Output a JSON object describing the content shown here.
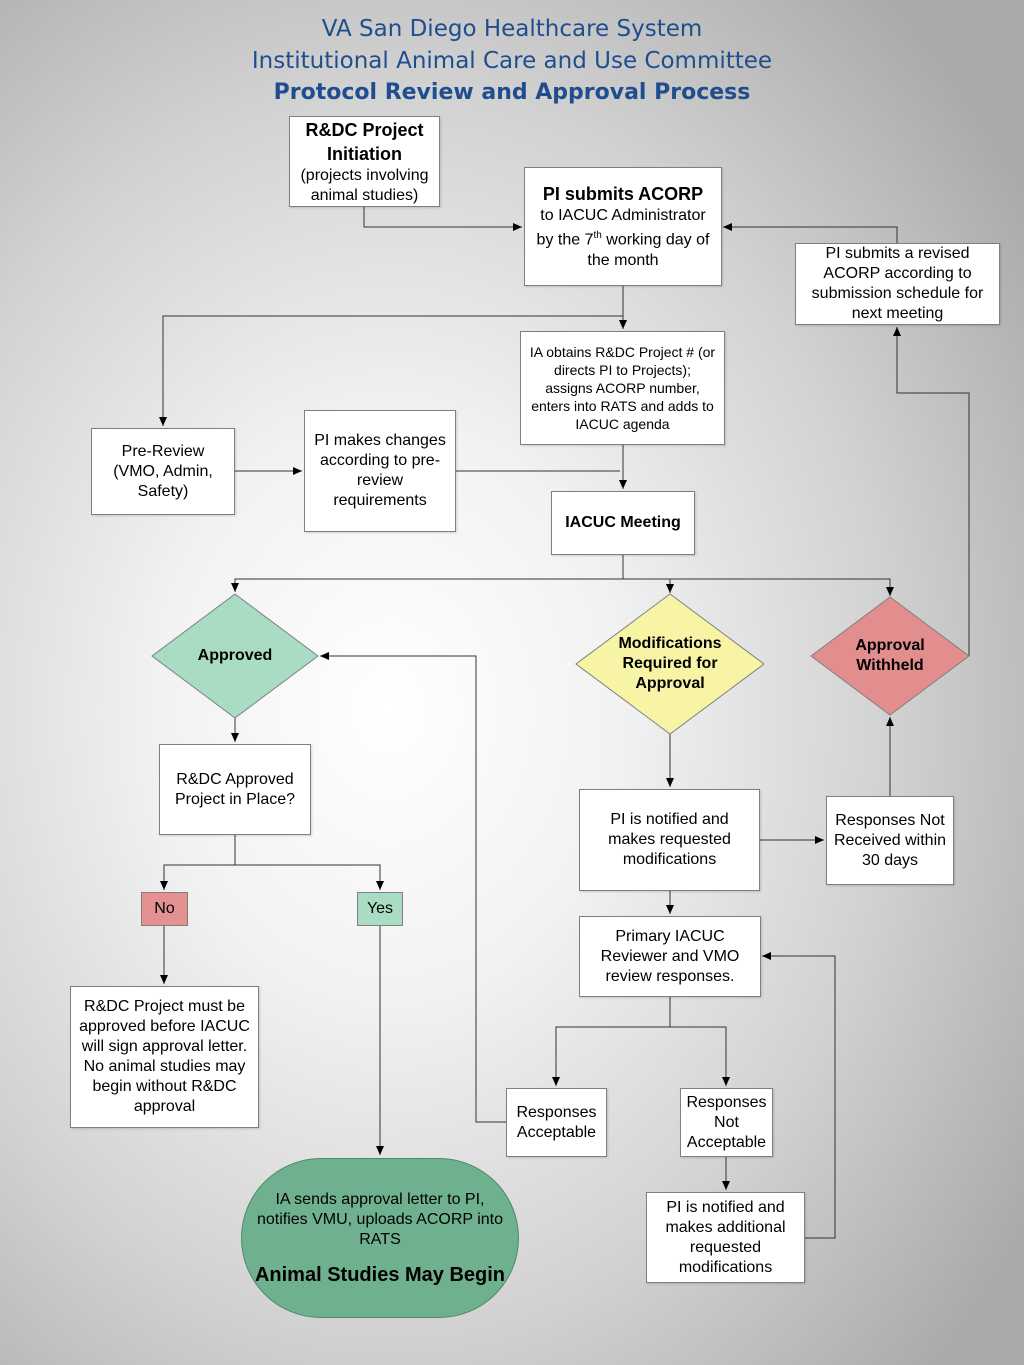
{
  "header": {
    "line1": "VA San Diego Healthcare System",
    "line2": "Institutional Animal Care and Use Committee",
    "line3": "Protocol Review and Approval Process"
  },
  "nodes": {
    "rdc_initiation": {
      "title": "R&DC Project Initiation",
      "sub": "(projects involving animal studies)"
    },
    "pi_submits": {
      "title": "PI submits ACORP",
      "line_a": "to IACUC Administrator",
      "line_b_pre": "by the 7",
      "line_b_sup": "th",
      "line_b_post": " working day of",
      "line_c": "the month"
    },
    "pi_revised": {
      "text": "PI submits a revised ACORP according to submission schedule for next meeting"
    },
    "ia_obtains": {
      "text": "IA obtains R&DC Project # (or directs PI to Projects); assigns ACORP number, enters into RATS and adds to IACUC agenda"
    },
    "pre_review": {
      "text": "Pre-Review (VMO, Admin, Safety)"
    },
    "pi_changes": {
      "text": "PI makes changes according to pre-review requirements"
    },
    "iacuc_meeting": {
      "text": "IACUC Meeting"
    },
    "approved": {
      "text": "Approved"
    },
    "modifications": {
      "text": "Modifications Required for Approval"
    },
    "withheld": {
      "text": "Approval Withheld"
    },
    "rdc_approved": {
      "text": "R&DC Approved Project in Place?"
    },
    "no": {
      "text": "No"
    },
    "yes": {
      "text": "Yes"
    },
    "rdc_must": {
      "text": "R&DC Project must be approved before IACUC will sign approval letter. No animal studies may begin without R&DC approval"
    },
    "pi_notified": {
      "text": "PI is notified and makes requested modifications"
    },
    "not_received": {
      "text": "Responses Not Received within 30 days"
    },
    "primary_review": {
      "text": "Primary IACUC Reviewer and VMO review responses."
    },
    "acceptable": {
      "text": "Responses Acceptable"
    },
    "not_acceptable": {
      "text": "Responses Not Acceptable"
    },
    "pi_additional": {
      "text": "PI is notified and makes additional requested modifications"
    },
    "final": {
      "text": "IA sends approval letter to PI, notifies VMU, uploads ACORP into RATS",
      "title": "Animal Studies May Begin"
    }
  },
  "colors": {
    "header": "#1f4e8f",
    "approved": "#a9dcc2",
    "modifications": "#f7f4a6",
    "withheld": "#e38e8e",
    "terminal": "#6fb08f",
    "no": "#e39191",
    "yes": "#a9dcc2"
  }
}
